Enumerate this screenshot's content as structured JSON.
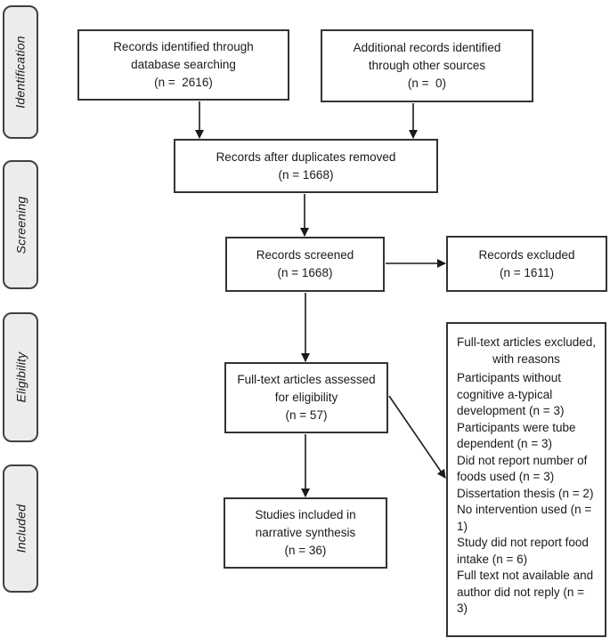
{
  "sidebar": {
    "phases": [
      {
        "label": "Identification"
      },
      {
        "label": "Screening"
      },
      {
        "label": "Eligibility"
      },
      {
        "label": "Included"
      }
    ]
  },
  "boxes": {
    "records_identified": {
      "lines": [
        "Records identified through",
        "database searching",
        "(n =  2616)"
      ],
      "count": 2616
    },
    "additional_records": {
      "lines": [
        "Additional records identified",
        "through other sources",
        "(n =  0)"
      ],
      "count": 0
    },
    "duplicates_removed": {
      "lines": [
        "Records after duplicates removed",
        "(n = 1668)"
      ],
      "count": 1668
    },
    "records_screened": {
      "lines": [
        "Records screened",
        "(n = 1668)"
      ],
      "count": 1668
    },
    "records_excluded": {
      "lines": [
        "Records excluded",
        "(n = 1611)"
      ],
      "count": 1611
    },
    "fulltext_assessed": {
      "lines": [
        "Full-text articles assessed",
        "for eligibility",
        "(n = 57)"
      ],
      "count": 57
    },
    "studies_included": {
      "lines": [
        "Studies included in",
        "narrative synthesis",
        "(n = 36)"
      ],
      "count": 36
    },
    "fulltext_excluded": {
      "title_lines": [
        "Full-text articles excluded,",
        "with reasons"
      ],
      "reasons": [
        "Participants without cognitive a-typical development (n = 3)",
        "Participants were tube dependent (n = 3)",
        "Did not report number of foods used (n = 3)",
        "Dissertation thesis (n = 2)",
        "No intervention used (n = 1)",
        "Study did not report food intake (n = 6)",
        "Full text not available and author did not reply (n = 3)"
      ]
    }
  },
  "colors": {
    "background": "#ffffff",
    "box_fill": "#ffffff",
    "box_border": "#333333",
    "sidebar_fill": "#ececec",
    "sidebar_border": "#404040",
    "arrow": "#1a1a1a",
    "text": "#1a1a1a"
  }
}
